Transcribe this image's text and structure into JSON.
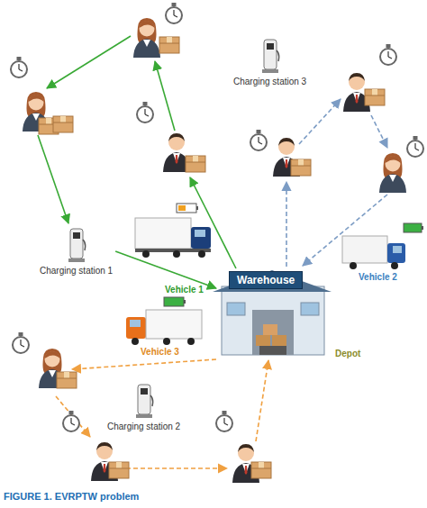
{
  "diagram": {
    "caption": "FIGURE 1. EVRPTW problem",
    "nodes": [
      {
        "text": [
          "Charging station 3"
        ]
      },
      {
        "text": [
          "Charging station 1"
        ]
      },
      {
        "text": [
          "Warehouse"
        ]
      },
      {
        "text": [
          "Charging station 2"
        ]
      }
    ],
    "edges": [
      {
        "from": 1,
        "to": 2,
        "arrow": "to"
      }
    ],
    "labels": [
      "Vehicle 1",
      "Vehicle 2",
      "Vehicle 3",
      "Depot"
    ]
  }
}
